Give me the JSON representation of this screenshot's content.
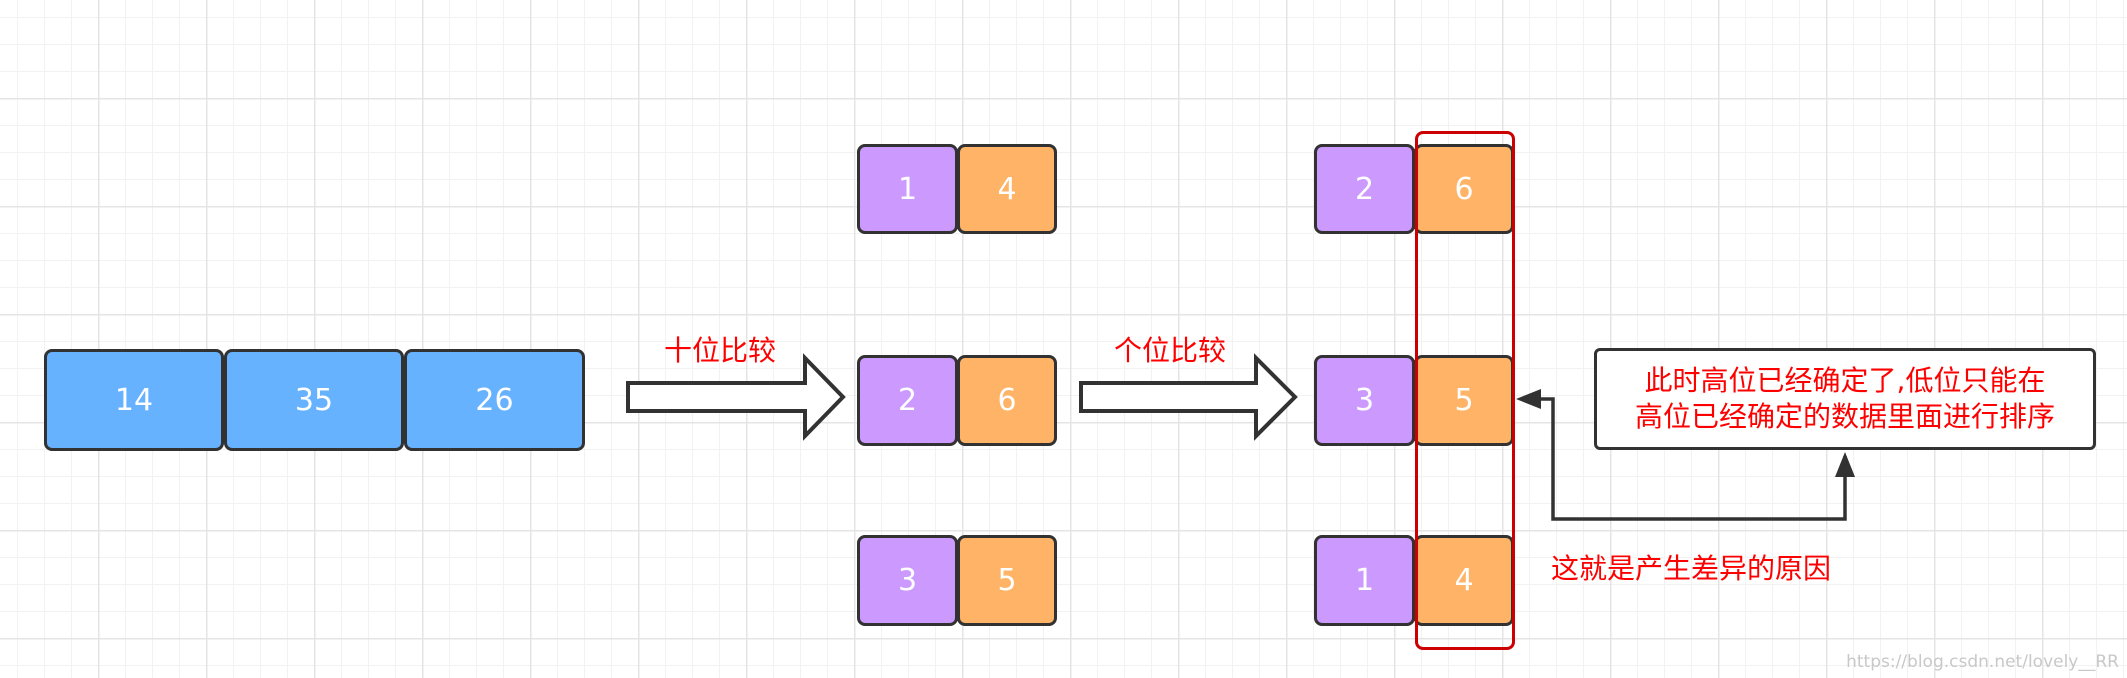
{
  "original_array": [
    "14",
    "35",
    "26"
  ],
  "step1_label": "十位比较",
  "step2_label": "个位比较",
  "after_tens": [
    [
      "1",
      "4"
    ],
    [
      "2",
      "6"
    ],
    [
      "3",
      "5"
    ]
  ],
  "after_ones": [
    [
      "2",
      "6"
    ],
    [
      "3",
      "5"
    ],
    [
      "1",
      "4"
    ]
  ],
  "note": {
    "line1": "此时高位已经确定了,低位只能在",
    "line2": "高位已经确定的数据里面进行排序"
  },
  "cause_label": "这就是产生差异的原因",
  "watermark": "https://blog.csdn.net/lovely__RR",
  "colors": {
    "blue": "#66b2ff",
    "purple": "#cc99ff",
    "orange": "#ffb366",
    "red": "#ff0000",
    "border": "#323232"
  }
}
